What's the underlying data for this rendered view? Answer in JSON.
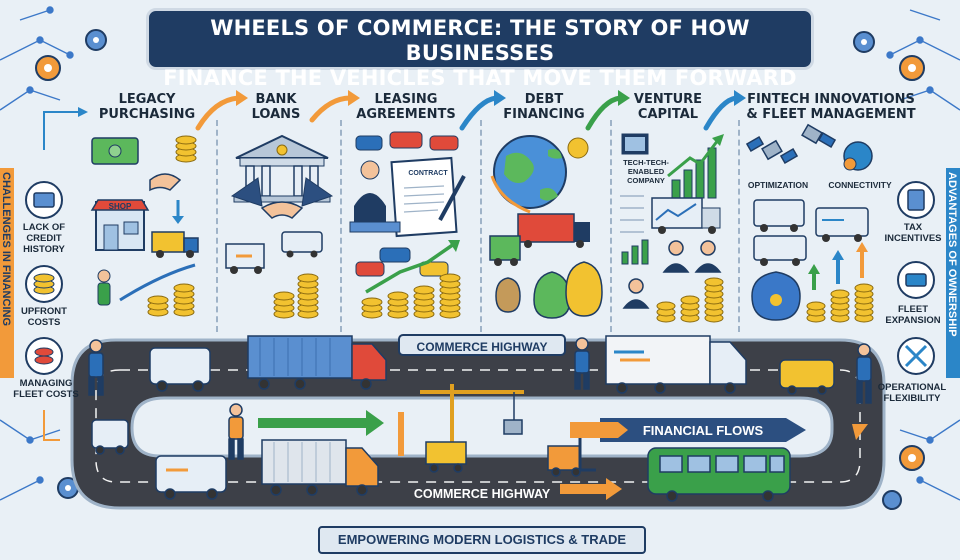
{
  "title": {
    "line1": "WHEELS OF COMMERCE: THE STORY OF HOW BUSINESSES",
    "line2": "FINANCE THE VEHICLES THAT MOVE THEM FORWARD"
  },
  "stages": [
    {
      "line1": "LEGACY",
      "line2": "PURCHASING"
    },
    {
      "line1": "BANK",
      "line2": "LOANS"
    },
    {
      "line1": "LEASING",
      "line2": "AGREEMENTS"
    },
    {
      "line1": "DEBT",
      "line2": "FINANCING"
    },
    {
      "line1": "VENTURE",
      "line2": "CAPITAL"
    },
    {
      "line1": "FINTECH INNOVATIONS",
      "line2": "& FLEET MANAGEMENT"
    }
  ],
  "scene_labels": {
    "shop": "SHOP",
    "contract": "CONTRACT",
    "tech_company": "TECH-TECH-ENABLED COMPANY",
    "optimization": "OPTIMIZATION",
    "connectivity": "CONNECTIVITY"
  },
  "left_panel": {
    "banner": "CHALLENGES IN FINANCING",
    "items": [
      {
        "line1": "LACK OF",
        "line2": "CREDIT",
        "line3": "HISTORY"
      },
      {
        "line1": "UPFRONT",
        "line2": "COSTS"
      },
      {
        "line1": "MANAGING",
        "line2": "FLEET COSTS"
      }
    ]
  },
  "right_panel": {
    "banner": "ADVANTAGES OF OWNERSHIP",
    "items": [
      {
        "line1": "TAX",
        "line2": "INCENTIVES"
      },
      {
        "line1": "FLEET",
        "line2": "EXPANSION"
      },
      {
        "line1": "OPERATIONAL",
        "line2": "FLEXIBILITY"
      }
    ]
  },
  "road": {
    "upper_label": "COMMERCE HIGHWAY",
    "lower_label": "COMMERCE HIGHWAY",
    "flows_label": "FINANCIAL FLOWS"
  },
  "bottom_banner": "EMPOWERING MODERN LOGISTICS & TRADE",
  "colors": {
    "navy": "#1f3c63",
    "orange": "#f29a3a",
    "green": "#3aa04a",
    "road": "#3d4048",
    "background": "#e9f0f6",
    "gold": "#f2c230"
  }
}
